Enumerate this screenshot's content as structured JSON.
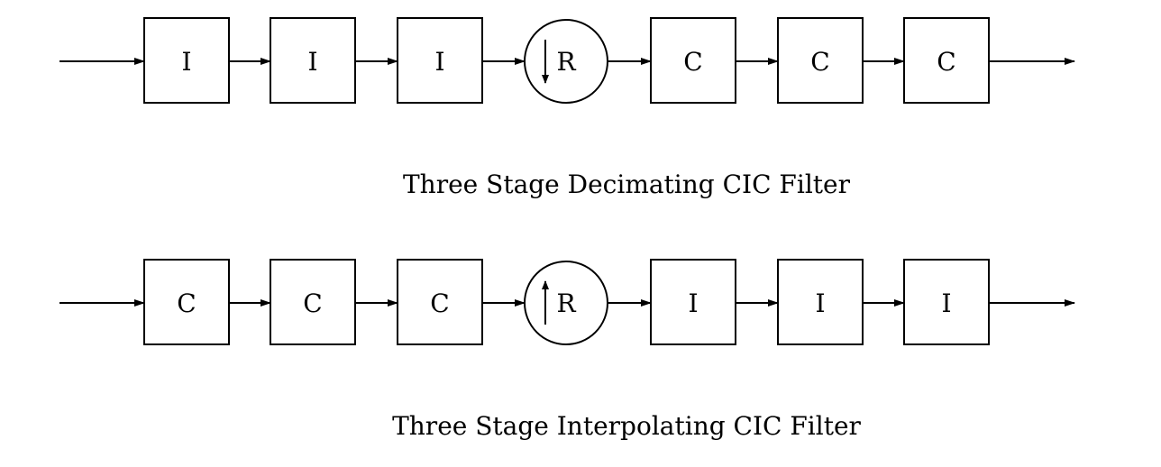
{
  "diagrams": [
    {
      "caption": "Three Stage Decimating CIC Filter",
      "blocks": [
        "I",
        "I",
        "I",
        "R",
        "C",
        "C",
        "C"
      ],
      "resampler_direction": "down"
    },
    {
      "caption": "Three Stage Interpolating CIC Filter",
      "blocks": [
        "C",
        "C",
        "C",
        "R",
        "I",
        "I",
        "I"
      ],
      "resampler_direction": "up"
    }
  ]
}
